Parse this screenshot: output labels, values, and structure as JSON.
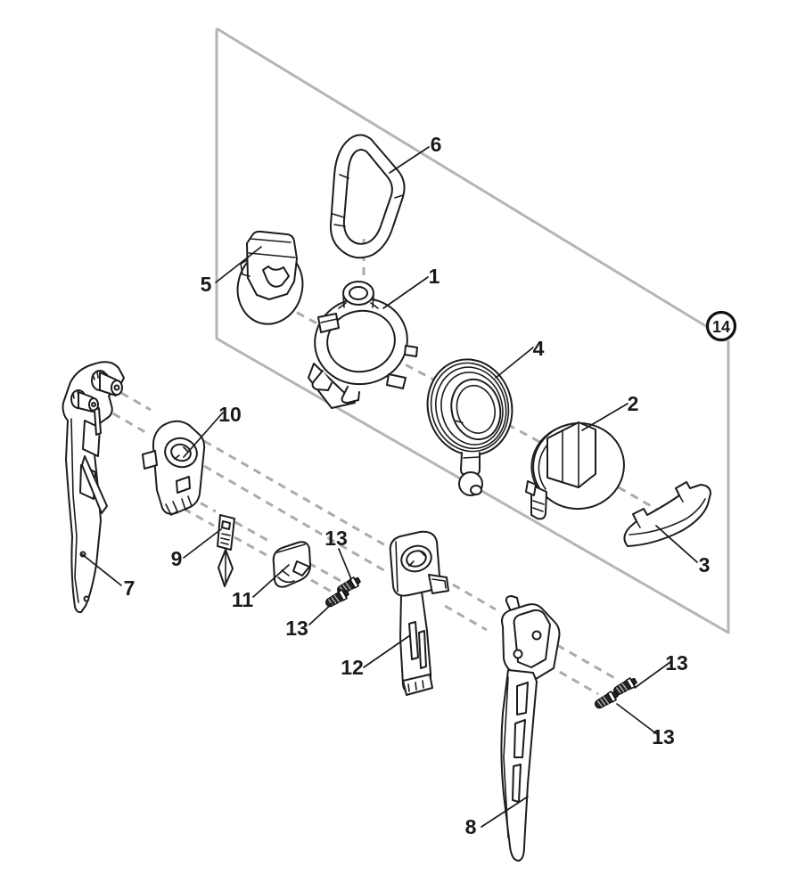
{
  "diagram": {
    "kind": "exploded-parts-diagram",
    "background": "#ffffff",
    "colors": {
      "line": "#1c1c1c",
      "frame": "#b5b5b5",
      "dash": "#ababab",
      "label": "#1a1a1a"
    },
    "assembly_callout": {
      "text": "14"
    },
    "callouts": [
      {
        "id": "callout-6",
        "text": "6"
      },
      {
        "id": "callout-5",
        "text": "5"
      },
      {
        "id": "callout-1",
        "text": "1"
      },
      {
        "id": "callout-4",
        "text": "4"
      },
      {
        "id": "callout-2",
        "text": "2"
      },
      {
        "id": "callout-3",
        "text": "3"
      },
      {
        "id": "callout-7",
        "text": "7"
      },
      {
        "id": "callout-10",
        "text": "10"
      },
      {
        "id": "callout-9",
        "text": "9"
      },
      {
        "id": "callout-11",
        "text": "11"
      },
      {
        "id": "callout-13-upper-left",
        "text": "13"
      },
      {
        "id": "callout-13-lower-left",
        "text": "13"
      },
      {
        "id": "callout-12",
        "text": "12"
      },
      {
        "id": "callout-13-upper-right",
        "text": "13"
      },
      {
        "id": "callout-13-lower-right",
        "text": "13"
      },
      {
        "id": "callout-8",
        "text": "8"
      }
    ]
  }
}
